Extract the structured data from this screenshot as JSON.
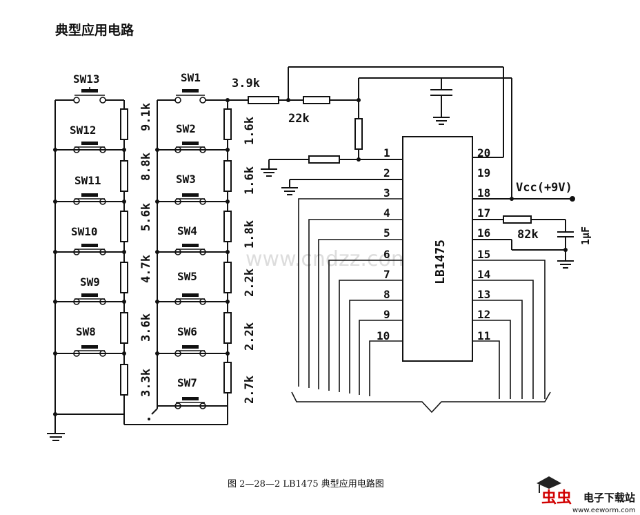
{
  "title": "典型应用电路",
  "caption": "图 2—28—2   LB1475 典型应用电路图",
  "watermark_text": "www.cndzz.com",
  "ic": {
    "name": "LB1475",
    "left_pins": [
      "1",
      "2",
      "3",
      "4",
      "5",
      "6",
      "7",
      "8",
      "9",
      "10"
    ],
    "right_pins": [
      "20",
      "19",
      "18",
      "17",
      "16",
      "15",
      "14",
      "13",
      "12",
      "11"
    ]
  },
  "switches_left": [
    "SW13",
    "SW12",
    "SW11",
    "SW10",
    "SW9",
    "SW8"
  ],
  "switches_right": [
    "SW1",
    "SW2",
    "SW3",
    "SW4",
    "SW5",
    "SW6",
    "SW7"
  ],
  "resistors_left": [
    "9.1k",
    "8.8k",
    "5.6k",
    "4.7k",
    "3.6k",
    "3.3k"
  ],
  "resistors_right": [
    "1.6k",
    "1.6k",
    "1.8k",
    "2.2k",
    "2.2k",
    "2.7k"
  ],
  "r_series": "3.9k",
  "r_bias": "22k",
  "r_pin17": "82k",
  "cap_pin16": "1μF",
  "vcc_label": "Vcc(+9V)",
  "logo": {
    "brand": "虫虫",
    "name": "电子下载站",
    "url": "www.eeworm.com"
  }
}
